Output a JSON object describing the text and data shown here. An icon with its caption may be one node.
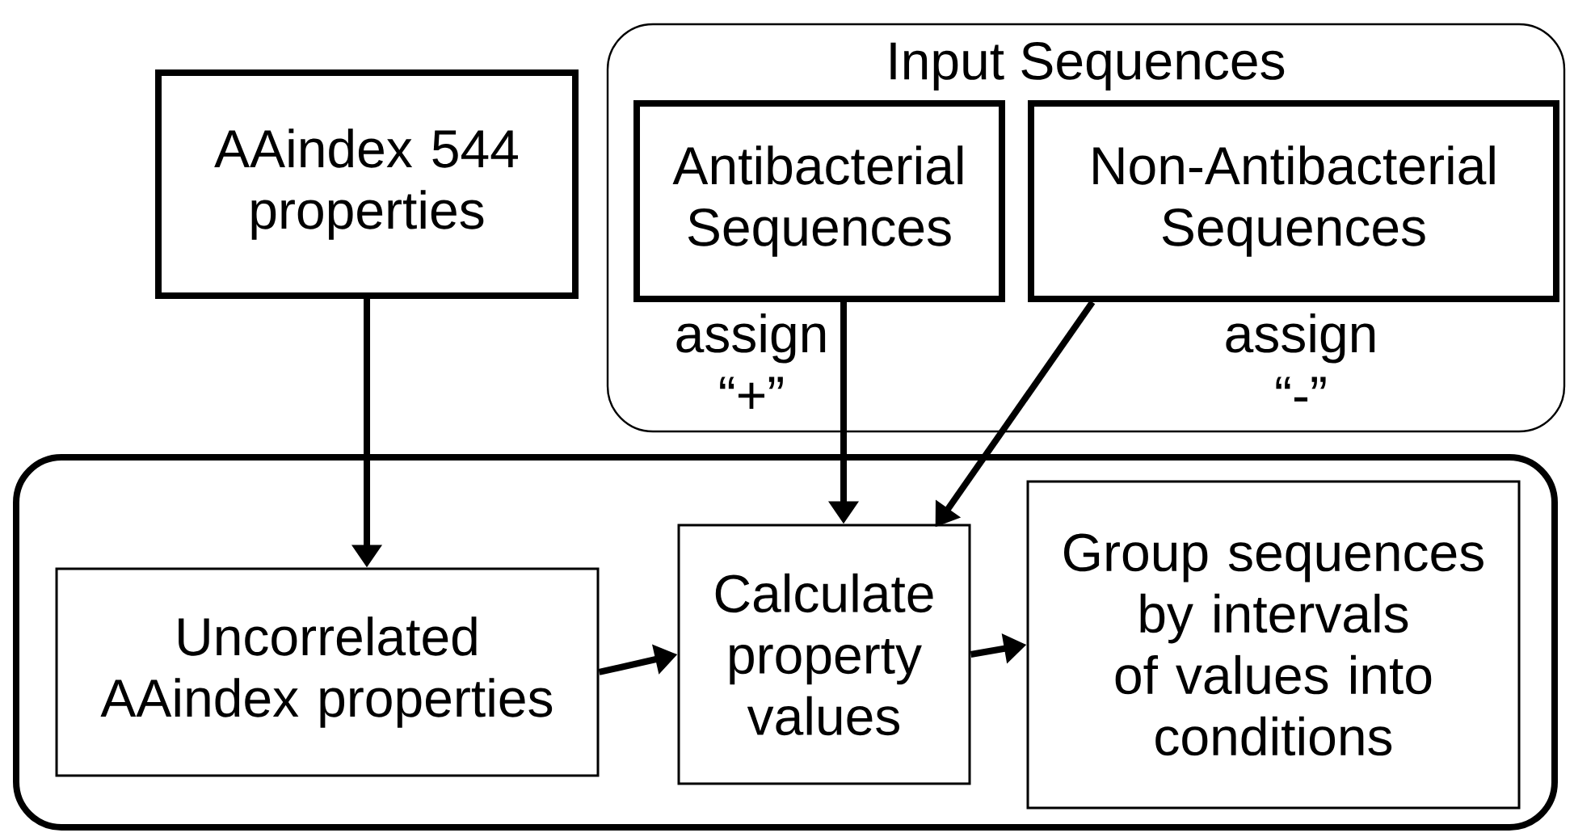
{
  "diagram": {
    "nodes": [
      {
        "text": [
          "AAindex 544 properties"
        ]
      },
      {
        "text": [
          "Input Sequences"
        ]
      },
      {
        "text": [
          "Antibacterial Sequences"
        ],
        "in": 1,
        "beside": [
          "assign “+”"
        ]
      },
      {
        "text": [
          "Non-Antibacterial Sequences"
        ],
        "in": 1,
        "beside": [
          "assign “-”"
        ]
      },
      {
        "text": [],
        "shape": "box"
      },
      {
        "text": [
          "Uncorrelated AAindex properties"
        ],
        "in": 4
      },
      {
        "text": [
          "Calculate property values"
        ],
        "in": 4
      },
      {
        "text": [
          "Group sequences by intervals of values into conditions"
        ],
        "in": 4
      }
    ],
    "edges": [
      {
        "from": 0,
        "to": 5,
        "arrow": "to"
      },
      {
        "from": 2,
        "to": 6,
        "arrow": "to"
      },
      {
        "from": 3,
        "to": 6,
        "arrow": "to"
      },
      {
        "from": 5,
        "to": 6,
        "arrow": "to"
      },
      {
        "from": 6,
        "to": 7,
        "arrow": "to"
      }
    ]
  }
}
